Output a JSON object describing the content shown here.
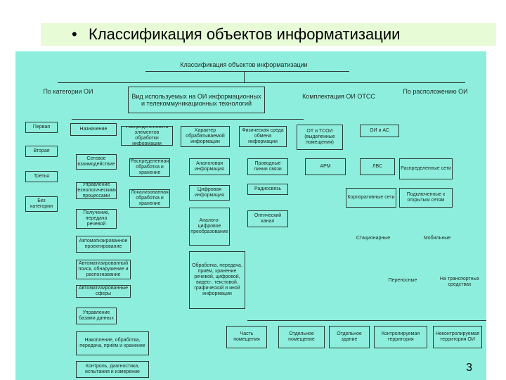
{
  "slide": {
    "title": "Классификация объектов информатизации",
    "page_number": "3"
  },
  "diagram": {
    "root": "Классификация объектов информатизации",
    "level1": [
      "По категории ОИ",
      "Вид используемых на ОИ информационных и телекоммуникационных технологий",
      "Комплектация ОИ ОТСС",
      "По расположению ОИ"
    ],
    "categories": [
      "Первая",
      "Вторая",
      "Третья",
      "Без категории"
    ],
    "tech_col1": [
      "Назначение",
      "Сетевое взаимодействие",
      "Управление технологическими процессами",
      "Получение, передача речевой",
      "Автоматизированное проектирование",
      "Автоматизированный поиск, обнаружение и распознавание",
      "Автоматизированные сферы",
      "Управление базами данных",
      "Накопление, обработка, передача, приём и хранение",
      "Контроль, диагностика, испытания и измерение"
    ],
    "tech_col2": [
      "Распределенность элементов обработки информации",
      "Распределенная обработка и хранение",
      "Локализованная обработка и хранение"
    ],
    "tech_col3": [
      "Характер обрабатываемой информации",
      "Аналоговая информация",
      "Цифровая информация",
      "Аналого-цифровое преобразование",
      "Обработка, передача, приём, хранение речевой, цифровой, видео-, текстовой, графической и иной информации"
    ],
    "tech_col4": [
      "Физическая среда обмена информации",
      "Проводные линии связи",
      "Радиосвязь",
      "Оптический канал"
    ],
    "equip": [
      "ОТ и ТСОИ (выделенные помещения)",
      "АРМ",
      "ОИ и АС",
      "ЛВС",
      "Распределенные сети",
      "Корпоративные сети",
      "Подключенные к открытым сетям"
    ],
    "location": [
      "Стационарные",
      "Мобильные",
      "Переносные",
      "На транспортных средствах"
    ],
    "bottom": [
      "Часть помещения",
      "Отдельное помещение",
      "Отдельное здание",
      "Контролируемая территория",
      "Неконтролируемая территория ОИ"
    ]
  }
}
